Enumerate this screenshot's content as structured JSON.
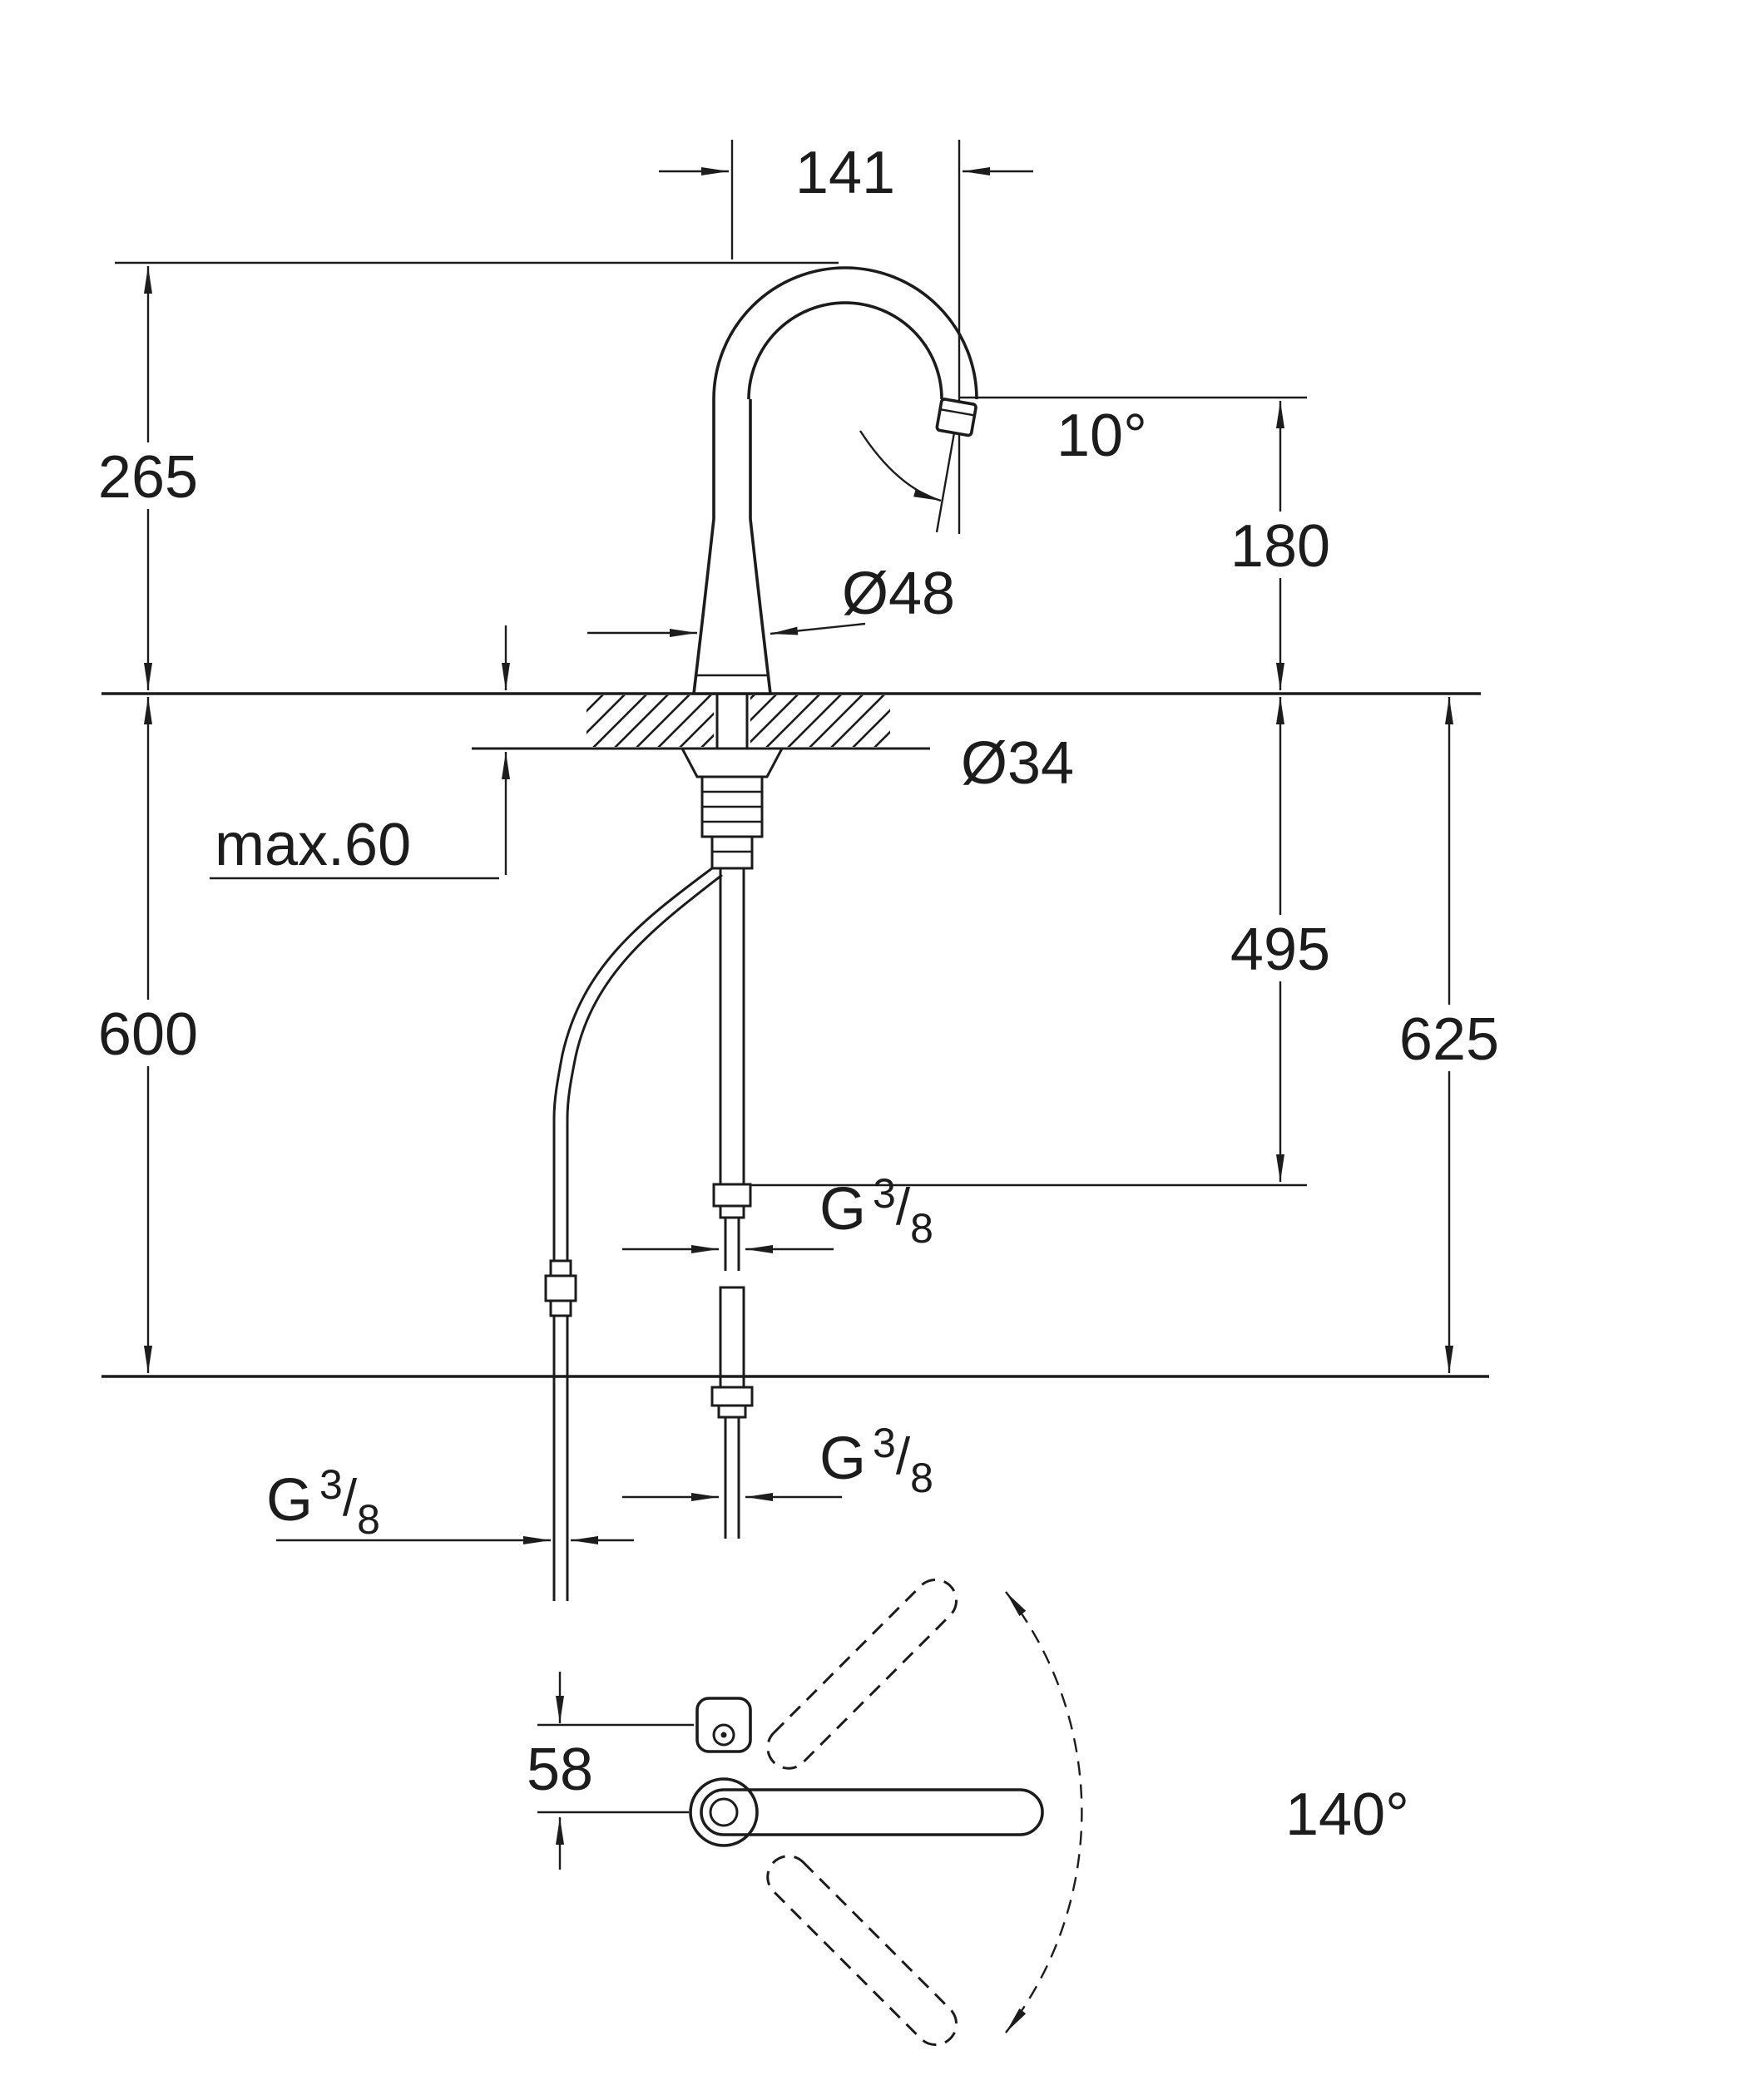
{
  "colors": {
    "ink": "#1c1c1c",
    "background": "#ffffff"
  },
  "labels": {
    "spout_reach": "141",
    "spout_height": "265",
    "spout_angle": "10°",
    "outlet_height": "180",
    "body_diameter": "Ø48",
    "mounting_hole_diameter": "Ø34",
    "max_counter_thickness": "max.60",
    "hose_length": "495",
    "left_supply_length": "600",
    "right_supply_length": "625",
    "handle_offset": "58",
    "swivel_angle": "140°"
  },
  "thread_labels": [
    {
      "prefix": "G",
      "numerator": "3",
      "slash": "/",
      "denominator": "8"
    },
    {
      "prefix": "G",
      "numerator": "3",
      "slash": "/",
      "denominator": "8"
    },
    {
      "prefix": "G",
      "numerator": "3",
      "slash": "/",
      "denominator": "8"
    }
  ]
}
